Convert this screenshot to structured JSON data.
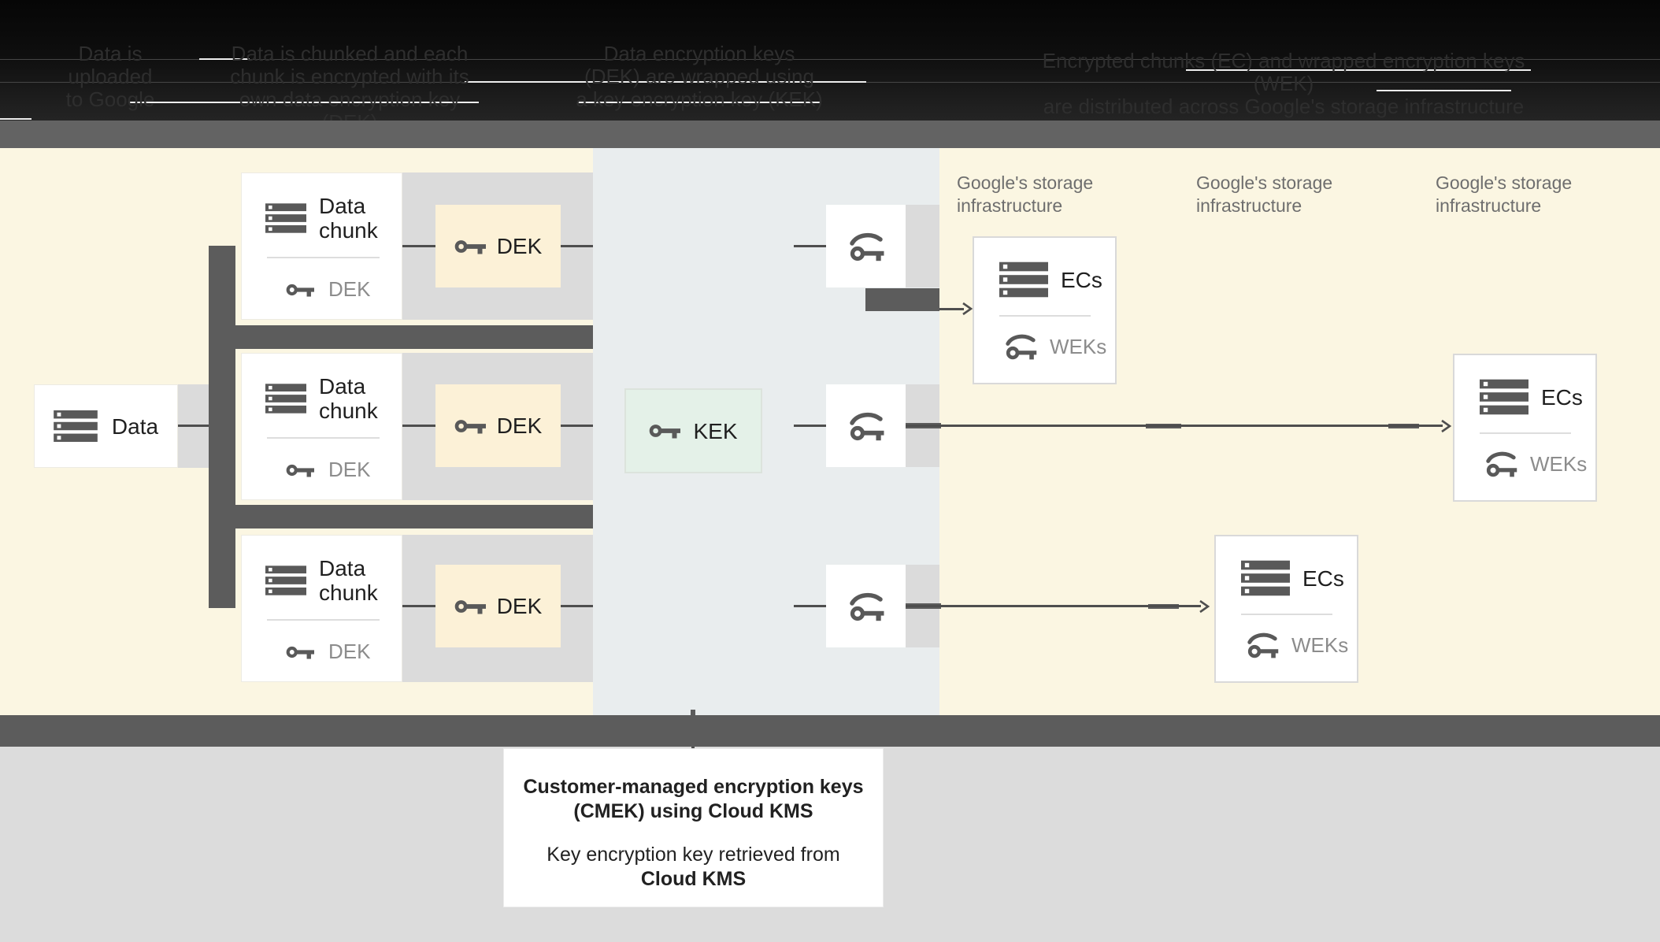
{
  "header": {
    "steps": [
      {
        "lines": [
          "Data is",
          "uploaded",
          "to Google"
        ]
      },
      {
        "lines": [
          "Data is chunked and each",
          "chunk is encrypted with its",
          "own data encryption key (DEK)"
        ]
      },
      {
        "lines": [
          "Data encryption keys",
          "(DEK) are wrapped using",
          "a key encryption key (KEK)"
        ]
      },
      {
        "lines": [
          "Encrypted chunks (EC) and wrapped encryption keys (WEK)",
          "are distributed across Google's storage infrastructure"
        ]
      }
    ]
  },
  "diagram": {
    "data_label": "Data",
    "chunk_title_line1": "Data",
    "chunk_title_line2": "chunk",
    "chunk_sub_label": "DEK",
    "dek_label": "DEK",
    "kek_label": "KEK",
    "ecs_label": "ECs",
    "weks_label": "WEKs",
    "storage_line1": "Google's storage",
    "storage_line2": "infrastructure"
  },
  "caption": {
    "title_line1": "Customer-managed encryption keys",
    "title_line2": "(CMEK) using Cloud KMS",
    "body_line1": "Key encryption key retrieved from",
    "body_line2": "Cloud KMS"
  },
  "icons": {
    "server": "server-stack-icon",
    "key": "key-icon",
    "wrapped_key": "wrapped-key-icon",
    "arrowhead": "chevron-right-icon"
  },
  "colors": {
    "panel_yellow": "#FBF6E2",
    "kms_panel_blue": "#E9EDEE",
    "dek_fill": "#FCF1D7",
    "kek_fill": "#E4F1E8",
    "dark_connector": "#5C5C5C",
    "light_strip": "#DBDBDB",
    "line": "#4E4E4E",
    "top_band": "#636363",
    "bottom_background": "#DCDCDC",
    "icon_gray": "#595959",
    "sub_label_gray": "#8C8C8C",
    "storage_label_gray": "#6E6E6E"
  }
}
